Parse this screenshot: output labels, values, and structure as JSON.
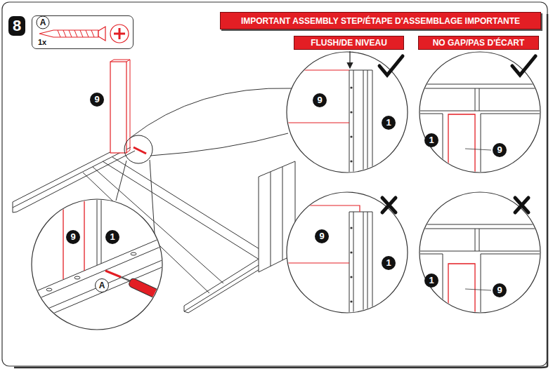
{
  "diagram": {
    "nodes": [
      {
        "text": [
          "A",
          "1x"
        ]
      },
      {
        "text": [
          "IMPORTANT ASSEMBLY STEP/ÉTAPE D'ASSEMBLAGE IMPORTANTE"
        ]
      },
      {
        "text": [
          "FLUSH/DE NIVEAU"
        ]
      },
      {
        "text": [
          "NO GAP/PAS D'ÉCART"
        ]
      }
    ],
    "labels": [
      "8",
      "9",
      "9",
      "1",
      "A",
      "9",
      "1",
      "1",
      "9",
      "9",
      "1",
      "1",
      "9"
    ]
  }
}
